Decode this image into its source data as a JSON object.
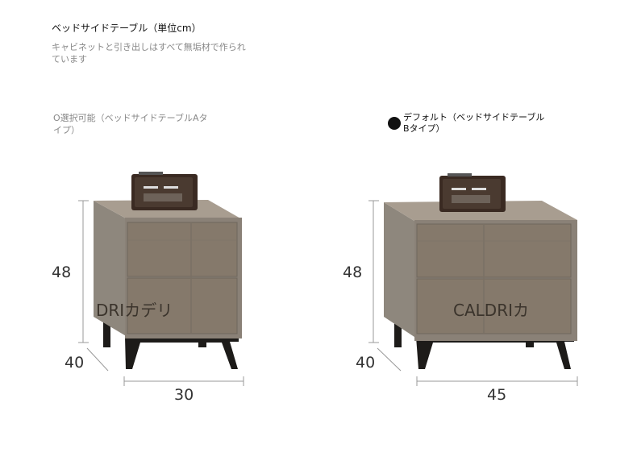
{
  "header": {
    "title": "ベッドサイドテーブル（単位cm）",
    "subtitle": "キャビネットと引き出しはすべて無垢材で作られています"
  },
  "options": {
    "a_label": "O選択可能（ベッドサイドテーブルAタイプ）",
    "b_label": "デフォルト（ベッドサイドテーブルBタイプ）",
    "b_selected": true
  },
  "tables": {
    "a": {
      "height": "48",
      "depth": "40",
      "width": "30",
      "watermark": "DRIカデリ"
    },
    "b": {
      "height": "48",
      "depth": "40",
      "width": "45",
      "watermark": "CALDRIカ"
    }
  },
  "colors": {
    "cabinet": "#8b8277",
    "drawer": "#85796b",
    "top": "#a79c8f",
    "speaker_body": "#3a2a22",
    "legs": "#1d1b19"
  }
}
